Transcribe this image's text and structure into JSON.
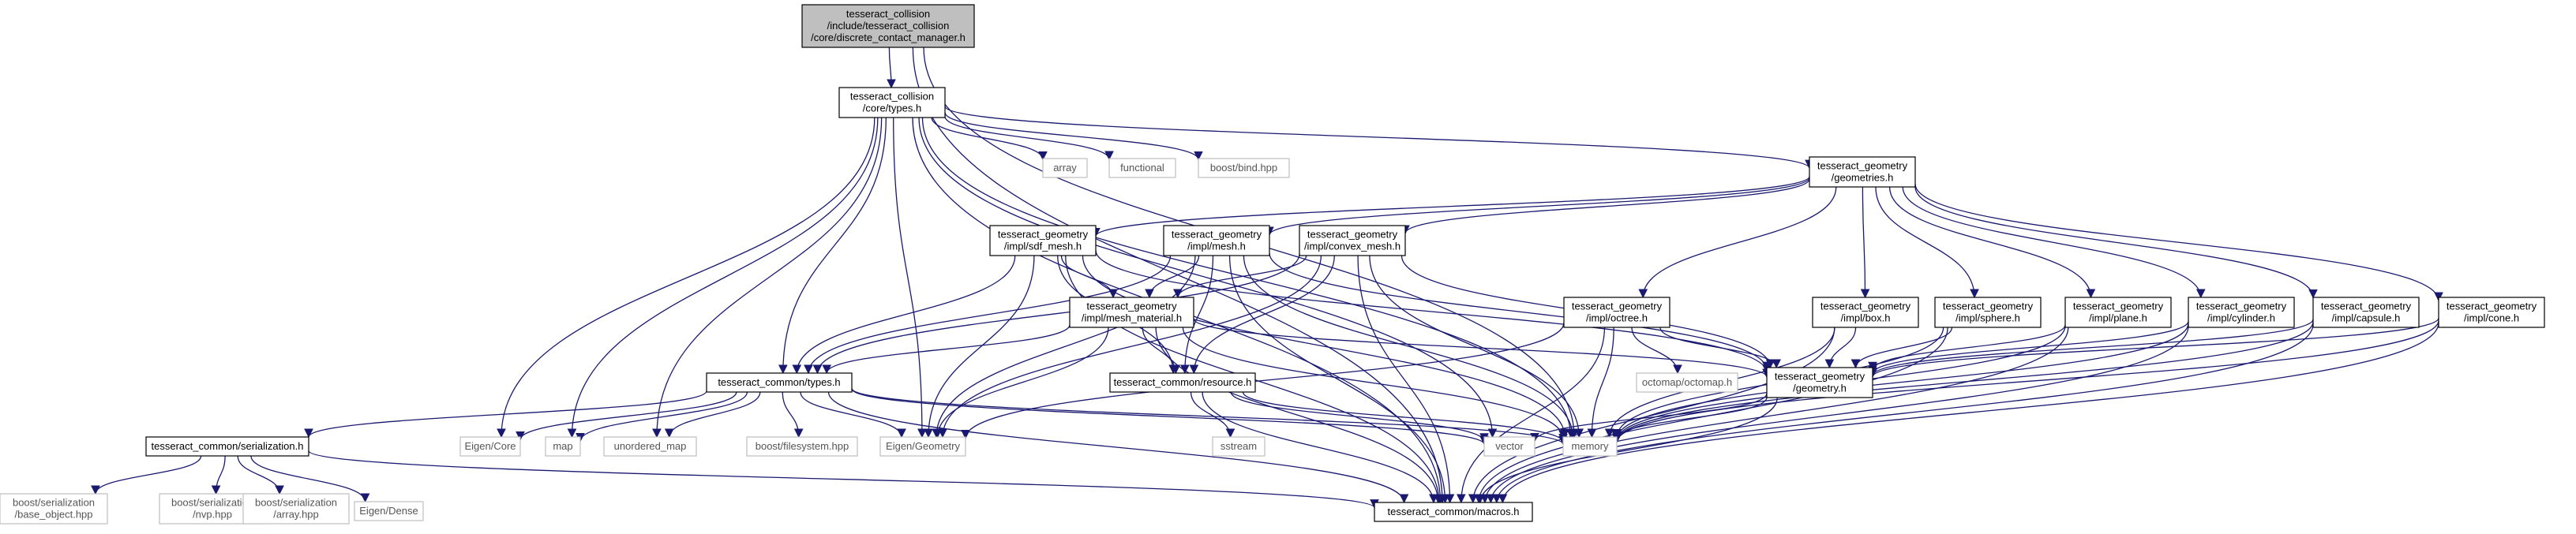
{
  "graph": {
    "nodes": [
      {
        "id": "root",
        "lines": [
          "tesseract_collision",
          "/include/tesseract_collision",
          "/core/discrete_contact_manager.h"
        ],
        "kind": "root"
      },
      {
        "id": "core_types",
        "lines": [
          "tesseract_collision",
          "/core/types.h"
        ],
        "kind": "doc"
      },
      {
        "id": "array",
        "lines": [
          "array"
        ],
        "kind": "ext"
      },
      {
        "id": "functional",
        "lines": [
          "functional"
        ],
        "kind": "ext"
      },
      {
        "id": "boost_bind",
        "lines": [
          "boost/bind.hpp"
        ],
        "kind": "ext"
      },
      {
        "id": "geometries",
        "lines": [
          "tesseract_geometry",
          "/geometries.h"
        ],
        "kind": "doc"
      },
      {
        "id": "sdf_mesh",
        "lines": [
          "tesseract_geometry",
          "/impl/sdf_mesh.h"
        ],
        "kind": "doc"
      },
      {
        "id": "mesh",
        "lines": [
          "tesseract_geometry",
          "/impl/mesh.h"
        ],
        "kind": "doc"
      },
      {
        "id": "convex_mesh",
        "lines": [
          "tesseract_geometry",
          "/impl/convex_mesh.h"
        ],
        "kind": "doc"
      },
      {
        "id": "mesh_material",
        "lines": [
          "tesseract_geometry",
          "/impl/mesh_material.h"
        ],
        "kind": "doc"
      },
      {
        "id": "octree",
        "lines": [
          "tesseract_geometry",
          "/impl/octree.h"
        ],
        "kind": "doc"
      },
      {
        "id": "box",
        "lines": [
          "tesseract_geometry",
          "/impl/box.h"
        ],
        "kind": "doc"
      },
      {
        "id": "sphere",
        "lines": [
          "tesseract_geometry",
          "/impl/sphere.h"
        ],
        "kind": "doc"
      },
      {
        "id": "plane",
        "lines": [
          "tesseract_geometry",
          "/impl/plane.h"
        ],
        "kind": "doc"
      },
      {
        "id": "cylinder",
        "lines": [
          "tesseract_geometry",
          "/impl/cylinder.h"
        ],
        "kind": "doc"
      },
      {
        "id": "capsule",
        "lines": [
          "tesseract_geometry",
          "/impl/capsule.h"
        ],
        "kind": "doc"
      },
      {
        "id": "cone",
        "lines": [
          "tesseract_geometry",
          "/impl/cone.h"
        ],
        "kind": "doc"
      },
      {
        "id": "common_types",
        "lines": [
          "tesseract_common/types.h"
        ],
        "kind": "doc"
      },
      {
        "id": "resource",
        "lines": [
          "tesseract_common/resource.h"
        ],
        "kind": "doc"
      },
      {
        "id": "octomap",
        "lines": [
          "octomap/octomap.h"
        ],
        "kind": "ext"
      },
      {
        "id": "geometry_h",
        "lines": [
          "tesseract_geometry",
          "/geometry.h"
        ],
        "kind": "doc"
      },
      {
        "id": "serialization",
        "lines": [
          "tesseract_common/serialization.h"
        ],
        "kind": "doc"
      },
      {
        "id": "eigen_core",
        "lines": [
          "Eigen/Core"
        ],
        "kind": "ext"
      },
      {
        "id": "map",
        "lines": [
          "map"
        ],
        "kind": "ext"
      },
      {
        "id": "unordered_map",
        "lines": [
          "unordered_map"
        ],
        "kind": "ext"
      },
      {
        "id": "boost_fs",
        "lines": [
          "boost/filesystem.hpp"
        ],
        "kind": "ext"
      },
      {
        "id": "eigen_geometry",
        "lines": [
          "Eigen/Geometry"
        ],
        "kind": "ext"
      },
      {
        "id": "sstream",
        "lines": [
          "sstream"
        ],
        "kind": "ext"
      },
      {
        "id": "vector",
        "lines": [
          "vector"
        ],
        "kind": "ext"
      },
      {
        "id": "memory",
        "lines": [
          "memory"
        ],
        "kind": "ext"
      },
      {
        "id": "base_object",
        "lines": [
          "boost/serialization",
          "/base_object.hpp"
        ],
        "kind": "ext"
      },
      {
        "id": "nvp",
        "lines": [
          "boost/serialization",
          "/nvp.hpp"
        ],
        "kind": "ext"
      },
      {
        "id": "ser_array",
        "lines": [
          "boost/serialization",
          "/array.hpp"
        ],
        "kind": "ext"
      },
      {
        "id": "eigen_dense",
        "lines": [
          "Eigen/Dense"
        ],
        "kind": "ext"
      },
      {
        "id": "macros",
        "lines": [
          "tesseract_common/macros.h"
        ],
        "kind": "doc"
      }
    ],
    "edges": [
      [
        "root",
        "core_types"
      ],
      [
        "root",
        "memory"
      ],
      [
        "root",
        "macros"
      ],
      [
        "core_types",
        "array"
      ],
      [
        "core_types",
        "functional"
      ],
      [
        "core_types",
        "boost_bind"
      ],
      [
        "core_types",
        "geometries"
      ],
      [
        "core_types",
        "common_types"
      ],
      [
        "core_types",
        "eigen_core"
      ],
      [
        "core_types",
        "map"
      ],
      [
        "core_types",
        "unordered_map"
      ],
      [
        "core_types",
        "eigen_geometry"
      ],
      [
        "core_types",
        "memory"
      ],
      [
        "core_types",
        "vector"
      ],
      [
        "core_types",
        "macros"
      ],
      [
        "geometries",
        "sdf_mesh"
      ],
      [
        "geometries",
        "mesh"
      ],
      [
        "geometries",
        "convex_mesh"
      ],
      [
        "geometries",
        "octree"
      ],
      [
        "geometries",
        "box"
      ],
      [
        "geometries",
        "sphere"
      ],
      [
        "geometries",
        "plane"
      ],
      [
        "geometries",
        "cylinder"
      ],
      [
        "geometries",
        "capsule"
      ],
      [
        "geometries",
        "cone"
      ],
      [
        "sdf_mesh",
        "mesh_material"
      ],
      [
        "sdf_mesh",
        "common_types"
      ],
      [
        "sdf_mesh",
        "resource"
      ],
      [
        "sdf_mesh",
        "geometry_h"
      ],
      [
        "sdf_mesh",
        "eigen_geometry"
      ],
      [
        "sdf_mesh",
        "memory"
      ],
      [
        "sdf_mesh",
        "macros"
      ],
      [
        "mesh",
        "mesh_material"
      ],
      [
        "mesh",
        "common_types"
      ],
      [
        "mesh",
        "resource"
      ],
      [
        "mesh",
        "geometry_h"
      ],
      [
        "mesh",
        "eigen_geometry"
      ],
      [
        "mesh",
        "memory"
      ],
      [
        "mesh",
        "macros"
      ],
      [
        "convex_mesh",
        "mesh_material"
      ],
      [
        "convex_mesh",
        "common_types"
      ],
      [
        "convex_mesh",
        "resource"
      ],
      [
        "convex_mesh",
        "geometry_h"
      ],
      [
        "convex_mesh",
        "eigen_geometry"
      ],
      [
        "convex_mesh",
        "memory"
      ],
      [
        "convex_mesh",
        "macros"
      ],
      [
        "mesh_material",
        "common_types"
      ],
      [
        "mesh_material",
        "resource"
      ],
      [
        "mesh_material",
        "geometry_h"
      ],
      [
        "mesh_material",
        "eigen_geometry"
      ],
      [
        "mesh_material",
        "memory"
      ],
      [
        "mesh_material",
        "macros"
      ],
      [
        "octree",
        "octomap"
      ],
      [
        "octree",
        "geometry_h"
      ],
      [
        "octree",
        "eigen_geometry"
      ],
      [
        "octree",
        "memory"
      ],
      [
        "octree",
        "macros"
      ],
      [
        "box",
        "geometry_h"
      ],
      [
        "box",
        "memory"
      ],
      [
        "box",
        "macros"
      ],
      [
        "sphere",
        "geometry_h"
      ],
      [
        "sphere",
        "memory"
      ],
      [
        "sphere",
        "macros"
      ],
      [
        "plane",
        "geometry_h"
      ],
      [
        "plane",
        "memory"
      ],
      [
        "plane",
        "macros"
      ],
      [
        "cylinder",
        "geometry_h"
      ],
      [
        "cylinder",
        "memory"
      ],
      [
        "cylinder",
        "macros"
      ],
      [
        "capsule",
        "geometry_h"
      ],
      [
        "capsule",
        "memory"
      ],
      [
        "capsule",
        "macros"
      ],
      [
        "cone",
        "geometry_h"
      ],
      [
        "cone",
        "memory"
      ],
      [
        "cone",
        "macros"
      ],
      [
        "common_types",
        "serialization"
      ],
      [
        "common_types",
        "eigen_core"
      ],
      [
        "common_types",
        "map"
      ],
      [
        "common_types",
        "unordered_map"
      ],
      [
        "common_types",
        "boost_fs"
      ],
      [
        "common_types",
        "eigen_geometry"
      ],
      [
        "common_types",
        "vector"
      ],
      [
        "common_types",
        "memory"
      ],
      [
        "common_types",
        "macros"
      ],
      [
        "resource",
        "sstream"
      ],
      [
        "resource",
        "vector"
      ],
      [
        "resource",
        "memory"
      ],
      [
        "resource",
        "macros"
      ],
      [
        "geometry_h",
        "memory"
      ],
      [
        "geometry_h",
        "vector"
      ],
      [
        "geometry_h",
        "macros"
      ],
      [
        "serialization",
        "base_object"
      ],
      [
        "serialization",
        "nvp"
      ],
      [
        "serialization",
        "ser_array"
      ],
      [
        "serialization",
        "eigen_dense"
      ],
      [
        "serialization",
        "macros"
      ]
    ]
  }
}
